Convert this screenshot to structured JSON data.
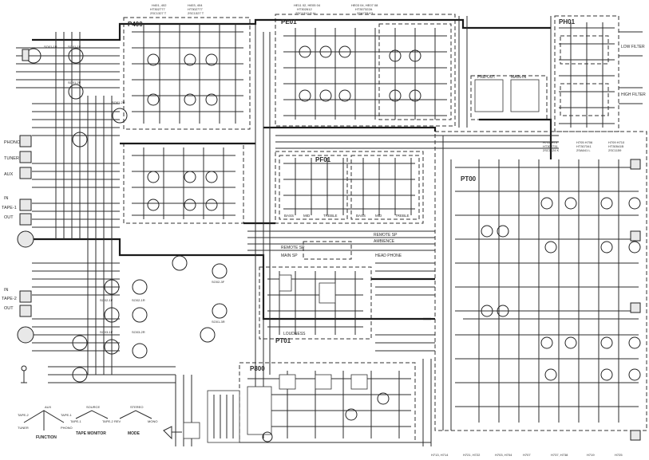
{
  "boards": {
    "p400": "P400",
    "pe01": "PE01",
    "ph01": "PH01",
    "pf01": "PF01",
    "pt00": "PT00",
    "pt01": "PT01",
    "p800": "P800"
  },
  "io_labels": {
    "phono": "PHONO",
    "tuner": "TUNER",
    "aux": "AUX",
    "in1": "IN",
    "tape1": "TAPE-1",
    "out1": "OUT",
    "in2": "IN",
    "tape2": "TAPE-2",
    "out2": "OUT",
    "pre_out": "PRE-OUT",
    "main_in": "MAIN-IN",
    "low_filter": "LOW FILTER",
    "high_filter": "HIGH FILTER",
    "remote_sp": "REMOTE SP",
    "main_sp": "MAIN SP",
    "head_phone": "HEAD PHONE",
    "remote_speaker": "REMOTE SP",
    "ambience": "AMBIENCE",
    "loudness": "LOUDNESS"
  },
  "switch_legend": {
    "function": "FUNCTION",
    "tape_monitor": "TAPE MONITOR",
    "mode": "MODE",
    "function_positions": [
      "TAPE-2",
      "AUX",
      "TAPE-1",
      "TUNER",
      "PHONO"
    ],
    "tape_monitor_positions": [
      "SOURCE",
      "TAPE-1",
      "TAPE-2"
    ],
    "mode_positions": [
      "STEREO",
      "REV",
      "MONO"
    ]
  },
  "tone_labels": [
    "BASS",
    "MID",
    "TREBLE",
    "BASS",
    "MID",
    "TREBLE"
  ],
  "switch_refs": [
    "SO01-1R",
    "SO01-1F",
    "SO01-2F",
    "SO01-2R",
    "SO02-1F",
    "SO02-1R",
    "SO03-1F",
    "SO03-2R",
    "SO02-3F",
    "SO01-3R"
  ],
  "transistor_header": {
    "p400_left": [
      "H401, 402",
      "HT302777",
      "2SC1327 T"
    ],
    "p400_right": [
      "H403, 404",
      "HT302777",
      "2SC1327 T"
    ],
    "pe01_a": [
      "HE11 02, HE05 04",
      "HT302612",
      "2SC1312 G H"
    ],
    "pe01_b": [
      "HE03 04, HE07 08",
      "HT307322A",
      "2SA733 K3"
    ],
    "pt00_a": [
      "H702 H73",
      "HT302731",
      "2SC1124 K"
    ],
    "pt00_b": [
      "H705 H706",
      "HT307341",
      "2SA641 L"
    ],
    "pt00_c": [
      "H709 H710",
      "HT30541B",
      "2SC1159"
    ]
  },
  "bottom_refs": [
    "H713, H714",
    "H721, H722",
    "H703, H704",
    "H707",
    "H737, H738",
    "H719",
    "H725"
  ]
}
